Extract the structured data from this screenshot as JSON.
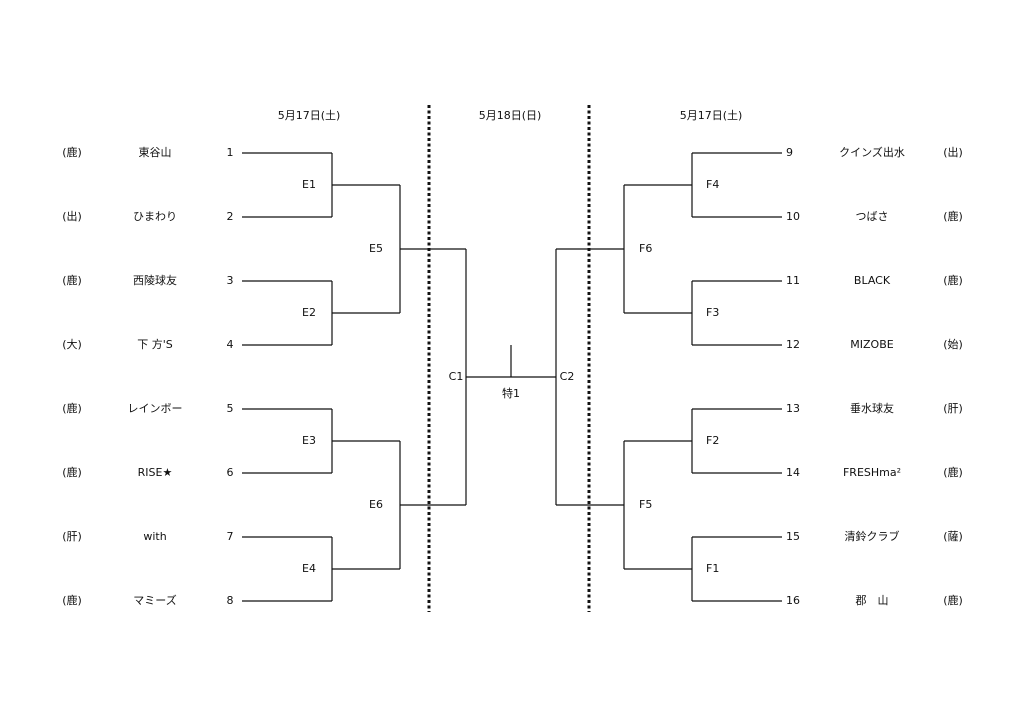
{
  "dates": {
    "left": "5月17日(土)",
    "center": "5月18日(日)",
    "right": "5月17日(土)"
  },
  "left_teams": [
    {
      "pref": "(鹿)",
      "name": "東谷山",
      "num": "1"
    },
    {
      "pref": "(出)",
      "name": "ひまわり",
      "num": "2"
    },
    {
      "pref": "(鹿)",
      "name": "西陵球友",
      "num": "3"
    },
    {
      "pref": "(大)",
      "name": "下 方'S",
      "num": "4"
    },
    {
      "pref": "(鹿)",
      "name": "レインボー",
      "num": "5"
    },
    {
      "pref": "(鹿)",
      "name": "RISE★",
      "num": "6"
    },
    {
      "pref": "(肝)",
      "name": "with",
      "num": "7"
    },
    {
      "pref": "(鹿)",
      "name": "マミーズ",
      "num": "8"
    }
  ],
  "right_teams": [
    {
      "pref": "(出)",
      "name": "クインズ出水",
      "num": "9"
    },
    {
      "pref": "(鹿)",
      "name": "つばさ",
      "num": "10"
    },
    {
      "pref": "(鹿)",
      "name": "BLACK",
      "num": "11"
    },
    {
      "pref": "(始)",
      "name": "MIZOBE",
      "num": "12"
    },
    {
      "pref": "(肝)",
      "name": "垂水球友",
      "num": "13"
    },
    {
      "pref": "(鹿)",
      "name": "FRESHma²",
      "num": "14"
    },
    {
      "pref": "(薩)",
      "name": "清鈴クラブ",
      "num": "15"
    },
    {
      "pref": "(鹿)",
      "name": "郡　山",
      "num": "16"
    }
  ],
  "matches": {
    "left_r1": [
      "E1",
      "E2",
      "E3",
      "E4"
    ],
    "left_r2": [
      "E5",
      "E6"
    ],
    "right_r1": [
      "F4",
      "F3",
      "F2",
      "F1"
    ],
    "right_r2": [
      "F6",
      "F5"
    ],
    "semi_left": "C1",
    "semi_right": "C2",
    "final": "特1"
  }
}
